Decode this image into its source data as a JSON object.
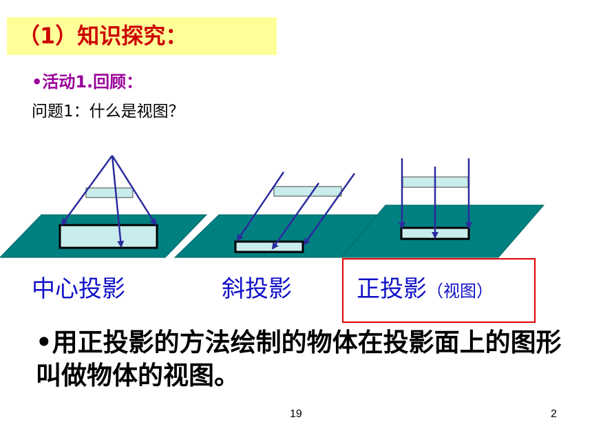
{
  "title": "（1）知识探究：",
  "activity": "•活动1.回顾：",
  "question": "问题1：什么是视图？",
  "labels": {
    "central": "中心投影",
    "oblique": "斜投影",
    "orthographic": "正投影",
    "orthographic_note": "（视图）"
  },
  "statement": "•用正投影的方法绘制的物体在投影面上的图形叫做物体的视图。",
  "footer": {
    "page_center": "19",
    "page_right": "2"
  },
  "colors": {
    "plane": "#008080",
    "object": "#c9ecec",
    "arrow": "#2b2b9e",
    "title_bg": "#ffff99",
    "title_text": "#cc0000",
    "label_text": "#1010c8",
    "activity_text": "#990099",
    "frame": "#e00000"
  }
}
